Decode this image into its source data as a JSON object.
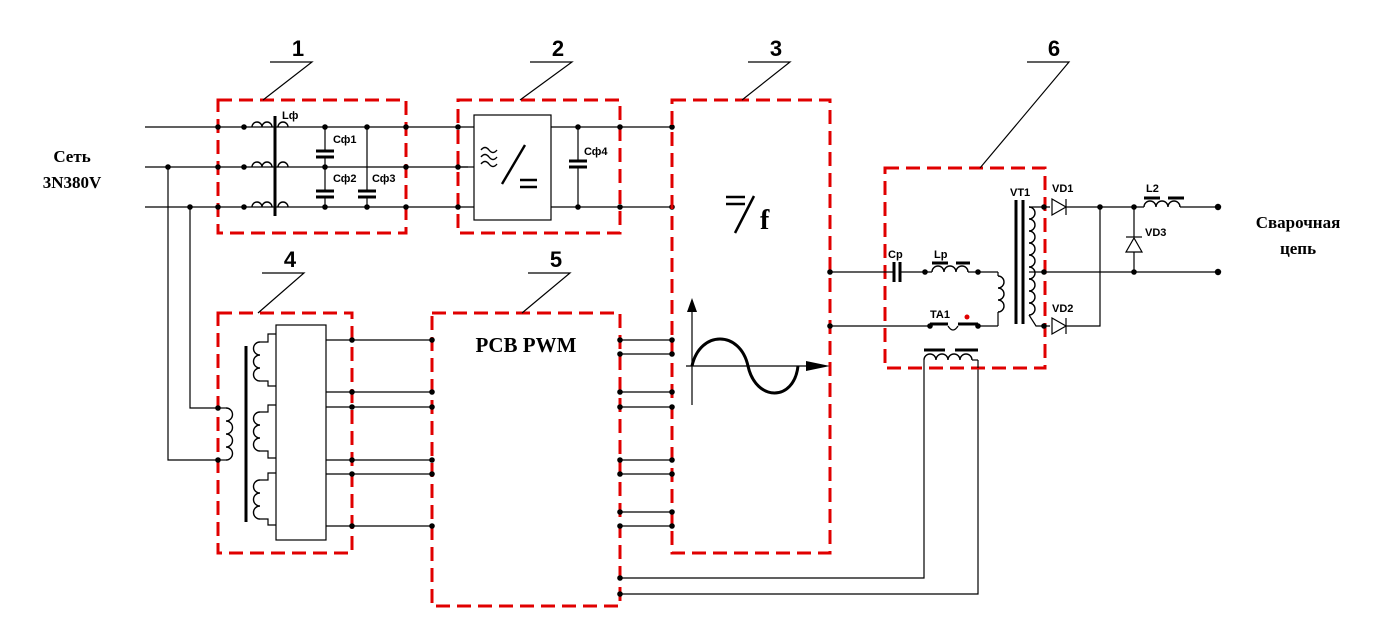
{
  "input_label": [
    "Сеть",
    "3N380V"
  ],
  "output_label": [
    "Сварочная",
    "цепь"
  ],
  "block_numbers": [
    "1",
    "2",
    "3",
    "4",
    "5",
    "6"
  ],
  "components": {
    "filter_inductor": "Lф",
    "cap1": "Сф1",
    "cap2": "Сф2",
    "cap3": "Сф3",
    "cap4": "Сф4",
    "resonant_cap": "Cp",
    "resonant_inductor": "Lp",
    "current_transformer": "TA1",
    "power_transformer": "VT1",
    "diode1": "VD1",
    "diode2": "VD2",
    "diode3": "VD3",
    "output_inductor": "L2"
  },
  "controller_label": "PCB PWM",
  "rectifier_symbol": "≈/=",
  "inverter_symbol": "=/f"
}
